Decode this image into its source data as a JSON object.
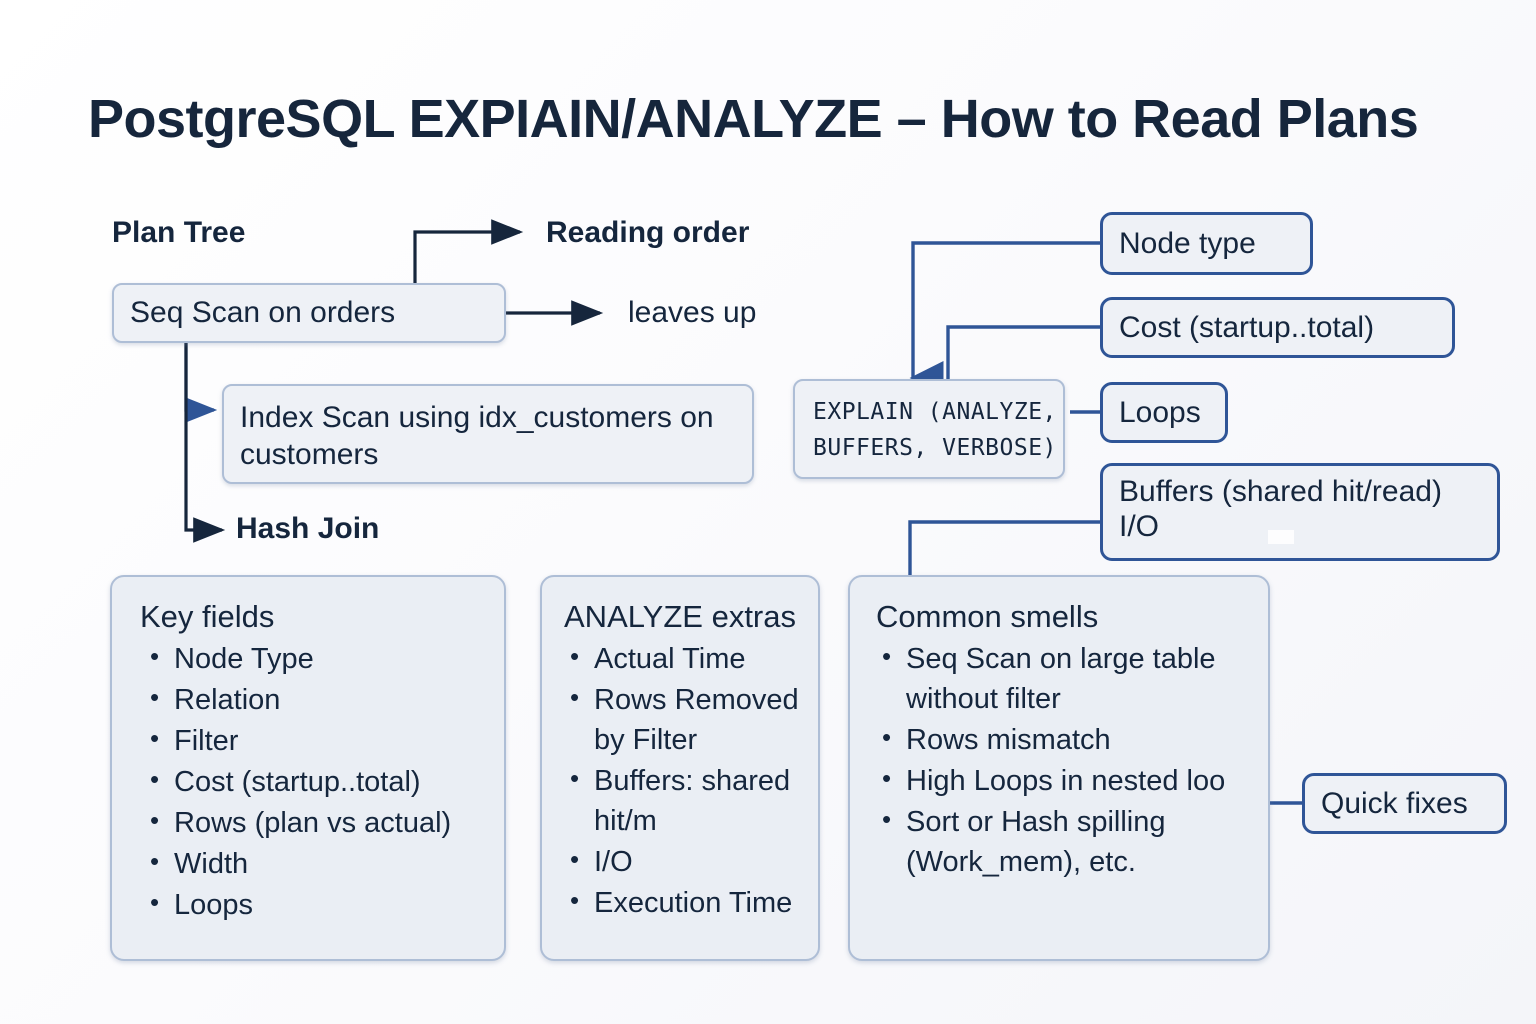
{
  "title": "PostgreSQL EXPIAIN/ANALYZE – How to Read Plans",
  "colors": {
    "accent_border": "#2f5597",
    "soft_border": "#aebed6",
    "box_fill": "#eef1f6",
    "panel_fill": "#eaeef4",
    "text": "#15263d",
    "arrow_dark": "#16263c"
  },
  "plan_tree": {
    "heading": "Plan Tree",
    "nodes": [
      {
        "label": "Seq Scan on orders"
      },
      {
        "label": "Index Scan using  idx_customers on customers"
      },
      {
        "label": "Hash Join"
      }
    ],
    "annotations": [
      {
        "label": "Reading order"
      },
      {
        "label": "leaves up"
      }
    ]
  },
  "explain": {
    "code_line_1": "EXPLAIN (ANALYZE,",
    "code_line_2": "BUFFERS, VERBOSE)",
    "callouts": [
      {
        "label": "Node type"
      },
      {
        "label": "Cost (startup..total)"
      },
      {
        "label": "Loops"
      },
      {
        "label": "Buffers (shared hit/read) I/O"
      }
    ]
  },
  "panels": {
    "key_fields": {
      "title": "Key fields",
      "items": [
        "Node Type",
        "Relation",
        "Filter",
        "Cost (startup..total)",
        "Rows (plan vs actual)",
        "Width",
        "Loops"
      ]
    },
    "analyze_extras": {
      "title": "ANALYZE extras",
      "items": [
        "Actual Time",
        "Rows Removed by Filter",
        "Buffers: shared hit/m",
        "I/O",
        "Execution Time"
      ]
    },
    "common_smells": {
      "title": "Common smells",
      "items": [
        "Seq Scan on large table without filter",
        "Rows mismatch",
        "High Loops in nested loo",
        "Sort or Hash spilling (Work_mem), etc."
      ]
    }
  },
  "quick_fixes": {
    "label": "Quick fixes"
  }
}
